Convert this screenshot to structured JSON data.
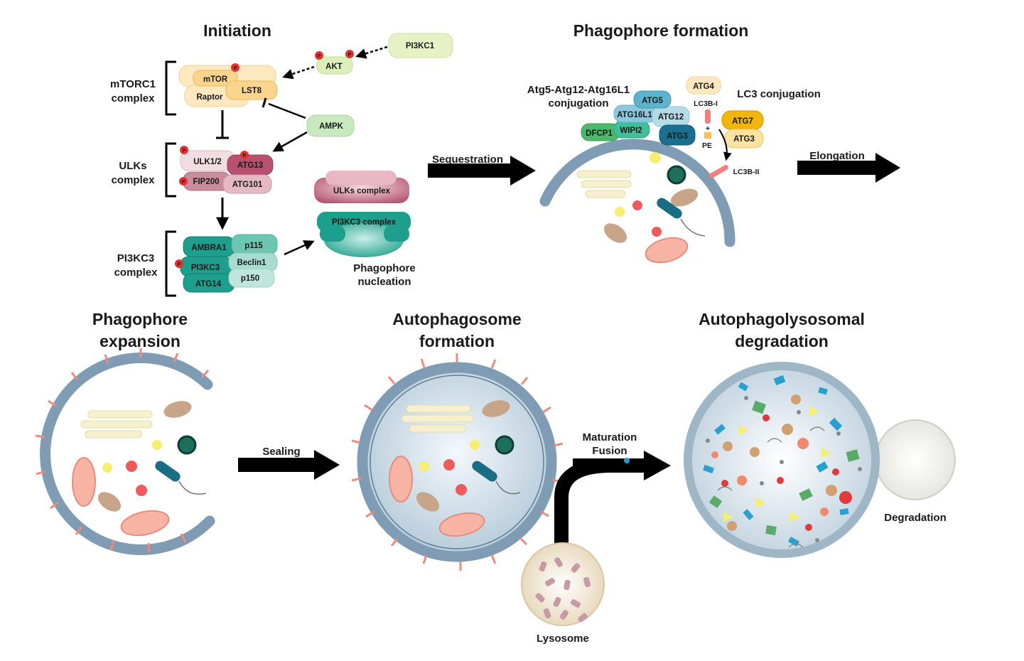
{
  "titles": {
    "initiation": "Initiation",
    "phagophore_formation": "Phagophore formation",
    "phagophore_expansion_1": "Phagophore",
    "phagophore_expansion_2": "expansion",
    "autophagosome_1": "Autophagosome",
    "autophagosome_2": "formation",
    "autolysosomal_1": "Autophagolysosomal",
    "autolysosomal_2": "degradation"
  },
  "complexes": {
    "mtorc1_1": "mTORC1",
    "mtorc1_2": "complex",
    "ulks_1": "ULKs",
    "ulks_2": "complex",
    "pi3kc3_1": "PI3KC3",
    "pi3kc3_2": "complex"
  },
  "proteins": {
    "mtor": "mTOR",
    "raptor": "Raptor",
    "lst8": "LST8",
    "akt": "AKT",
    "pi3kc1": "PI3KC1",
    "ampk": "AMPK",
    "ulk12": "ULK1/2",
    "atg13": "ATG13",
    "fip200": "FIP200",
    "atg101": "ATG101",
    "ambra1": "AMBRA1",
    "p115": "p115",
    "pi3kc3": "PI3KC3",
    "beclin1": "Beclin1",
    "atg14": "ATG14",
    "p150": "p150",
    "ulks_complex": "ULKs complex",
    "pi3kc3_complex": "PI3KC3 complex",
    "atg5": "ATG5",
    "atg16l1": "ATG16L1",
    "atg12": "ATG12",
    "dfcp1": "DFCP1",
    "wipi2": "WIPI2",
    "atg3_a": "ATG3",
    "atg4": "ATG4",
    "lc3b_i": "LC3B-I",
    "pe": "PE",
    "atg7": "ATG7",
    "atg3_b": "ATG3",
    "lc3b_ii": "LC3B-II",
    "p_badge": "P"
  },
  "labels": {
    "phagophore_nucleation_1": "Phagophore",
    "phagophore_nucleation_2": "nucleation",
    "atg_conjugation_1": "Atg5-Atg12-Atg16L1",
    "atg_conjugation_2": "conjugation",
    "lc3_conjugation": "LC3 conjugation",
    "sequestration": "Sequestration",
    "elongation": "Elongation",
    "sealing": "Sealing",
    "maturation": "Maturation",
    "fusion": "Fusion",
    "lysosome": "Lysosome",
    "degradation": "Degradation"
  },
  "colors": {
    "mtor_fill": "#fce3b4",
    "akt_fill": "#dcefb8",
    "ampk_fill": "#c8e8c0",
    "ulk_light": "#f2dde1",
    "ulk_dark": "#b8516f",
    "pi3k_teal": "#1e9e8c",
    "pi3k_light": "#a8dcd0",
    "membrane": "#7f9cb4",
    "atg5_blue": "#5db3cc",
    "atg7_yellow": "#f2b50f",
    "arrow": "#000000",
    "p_red": "#e53030"
  }
}
